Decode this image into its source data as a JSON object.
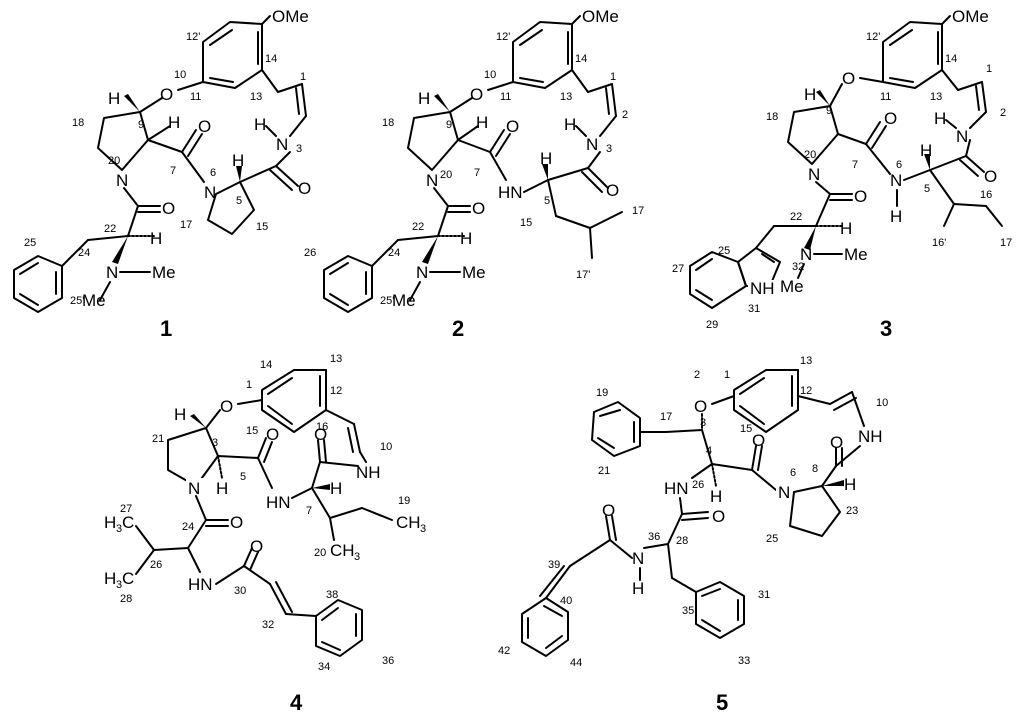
{
  "compounds": [
    {
      "id": "1",
      "labels": {
        "OMe": "OMe",
        "O": "O",
        "H9": "H",
        "H9b": "H",
        "O7": "O",
        "H3": "H",
        "N3": "N",
        "N20": "N",
        "N6": "N",
        "H5": "H",
        "O5": "O",
        "O22": "O",
        "H22": "H",
        "NMe": "N",
        "Me1": "Me",
        "Me2": "Me"
      },
      "numbers": {
        "n12p": "12'",
        "n14": "14",
        "n10": "10",
        "n11": "11",
        "n13": "13",
        "n1": "1",
        "n18": "18",
        "n9": "9",
        "n3": "3",
        "n20": "20",
        "n7": "7",
        "n6": "6",
        "n17": "17",
        "n5": "5",
        "n15": "15",
        "n22": "22",
        "n25": "25",
        "n24": "24",
        "n25p": "25'"
      }
    },
    {
      "id": "2",
      "labels": {
        "OMe": "OMe",
        "O": "O",
        "H9": "H",
        "H9b": "H",
        "O7": "O",
        "H3": "H",
        "N3": "N",
        "N20": "N",
        "HN": "HN",
        "H5": "H",
        "O5": "O",
        "O22": "O",
        "H22": "H",
        "NMe": "N",
        "Me1": "Me",
        "Me2": "Me"
      },
      "numbers": {
        "n12p": "12'",
        "n14": "14",
        "n10": "10",
        "n11": "11",
        "n13": "13",
        "n1": "1",
        "n2": "2",
        "n18": "18",
        "n9": "9",
        "n3": "3",
        "n20": "20",
        "n7": "7",
        "n5": "5",
        "n15": "15",
        "n17": "17",
        "n17p": "17'",
        "n22": "22",
        "n26": "26",
        "n24": "24",
        "n25p": "25'"
      }
    },
    {
      "id": "3",
      "labels": {
        "OMe": "OMe",
        "O": "O",
        "H9": "H",
        "O7": "O",
        "H3": "H",
        "N3": "N",
        "N20": "N",
        "N6": "N",
        "H6": "H",
        "H5": "H",
        "O5": "O",
        "O22": "O",
        "H22": "H",
        "NMe": "N",
        "Me1": "Me",
        "Me2": "Me",
        "NH": "NH"
      },
      "numbers": {
        "n12p": "12'",
        "n14": "14",
        "n11": "11",
        "n13": "13",
        "n1": "1",
        "n2": "2",
        "n18": "18",
        "n9": "9",
        "n20": "20",
        "n7": "7",
        "n6": "6",
        "n5": "5",
        "n16": "16",
        "n16p": "16'",
        "n17": "17",
        "n22": "22",
        "n25": "25",
        "n27": "27",
        "n32": "32",
        "n29": "29",
        "n31": "31"
      }
    },
    {
      "id": "4",
      "labels": {
        "O": "O",
        "H3": "H",
        "N": "N",
        "Hb": "H",
        "O5": "O",
        "O8": "O",
        "NH10": "NH",
        "HN": "HN",
        "H7": "H",
        "CH3a": "CH",
        "CH3b": "CH",
        "sub3": "3",
        "O24": "O",
        "H3C1": "H",
        "H3C2": "H",
        "C1": "C",
        "HN30": "HN",
        "O30": "O"
      },
      "numbers": {
        "n14": "14",
        "n13": "13",
        "n1": "1",
        "n12": "12",
        "n15": "15",
        "n16": "16",
        "n21": "21",
        "n3": "3",
        "n10": "10",
        "n5": "5",
        "n7": "7",
        "n19": "19",
        "n20": "20",
        "n27": "27",
        "n24": "24",
        "n26": "26",
        "n28": "28",
        "n30": "30",
        "n38": "38",
        "n32": "32",
        "n34": "34",
        "n36": "36"
      }
    },
    {
      "id": "5",
      "labels": {
        "O2": "O",
        "NH10": "NH",
        "O8": "O",
        "O6": "O",
        "N6": "N",
        "H": "H",
        "HN26": "HN",
        "H4": "H",
        "O28": "O",
        "NH36": "N",
        "H36": "H",
        "O36": "O"
      },
      "numbers": {
        "n13": "13",
        "n2": "2",
        "n1": "1",
        "n19": "19",
        "n17": "17",
        "n3": "3",
        "n12": "12",
        "n15": "15",
        "n10": "10",
        "n21": "21",
        "n4": "4",
        "n8": "8",
        "n26": "26",
        "n6": "6",
        "n36": "36",
        "n28": "28",
        "n23": "23",
        "n25": "25",
        "n39": "39",
        "n40": "40",
        "n31": "31",
        "n35": "35",
        "n42": "42",
        "n44": "44",
        "n33": "33"
      }
    }
  ]
}
